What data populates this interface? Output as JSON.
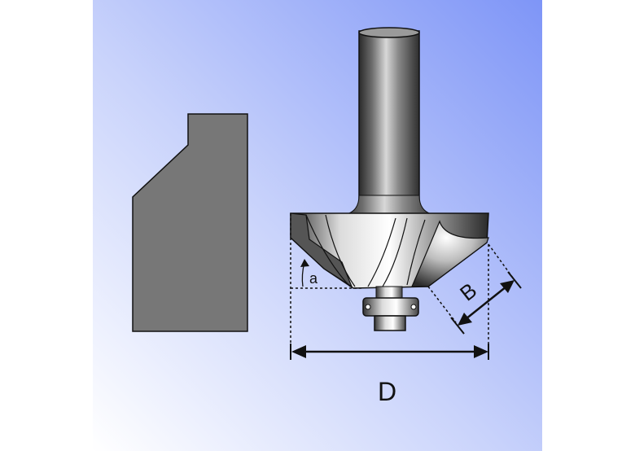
{
  "diagram": {
    "labels": {
      "angle": "a",
      "chamfer_width": "B",
      "diameter": "D"
    },
    "colors": {
      "background_top": "#7e95f7",
      "background_bottom": "#ffffff",
      "profile_fill": "#777777",
      "outline": "#111111"
    }
  }
}
